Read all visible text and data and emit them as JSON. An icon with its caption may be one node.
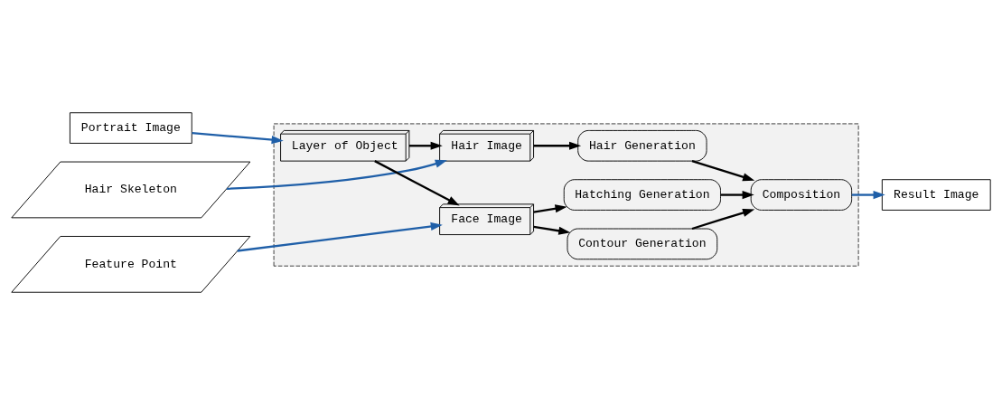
{
  "diagram": {
    "nodes": [
      {
        "text": [
          "Portrait Image"
        ]
      },
      {
        "text": [
          "Hair Skeleton"
        ]
      },
      {
        "text": [
          "Feature Point"
        ]
      },
      {
        "text": [],
        "shape": "box"
      },
      {
        "text": [
          "Layer of Object"
        ],
        "in": 3
      },
      {
        "text": [
          "Hair Image"
        ],
        "in": 3
      },
      {
        "text": [
          "Face Image"
        ],
        "in": 3
      },
      {
        "text": [
          "Hair Generation"
        ],
        "in": 3
      },
      {
        "text": [
          "Contour Generation"
        ],
        "in": 3
      },
      {
        "text": [
          "Hatching Generation"
        ],
        "in": 3
      },
      {
        "text": [
          "Composition"
        ],
        "in": 3
      },
      {
        "text": [
          "Result Image"
        ]
      }
    ],
    "edges": [
      {
        "from": 0,
        "to": 4,
        "arrow": "to",
        "color": "#1f5fa8"
      },
      {
        "from": 1,
        "to": 5,
        "arrow": "to",
        "color": "#1f5fa8"
      },
      {
        "from": 2,
        "to": 6,
        "arrow": "to",
        "color": "#1f5fa8"
      },
      {
        "from": 4,
        "to": 5,
        "arrow": "to"
      },
      {
        "from": 4,
        "to": 6,
        "arrow": "to"
      },
      {
        "from": 5,
        "to": 7,
        "arrow": "to"
      },
      {
        "from": 6,
        "to": 8,
        "arrow": "to"
      },
      {
        "from": 6,
        "to": 9,
        "arrow": "to"
      },
      {
        "from": 7,
        "to": 10,
        "arrow": "to"
      },
      {
        "from": 8,
        "to": 10,
        "arrow": "to"
      },
      {
        "from": 9,
        "to": 10,
        "arrow": "to"
      },
      {
        "from": 10,
        "to": 11,
        "arrow": "to",
        "color": "#1f5fa8"
      }
    ]
  }
}
